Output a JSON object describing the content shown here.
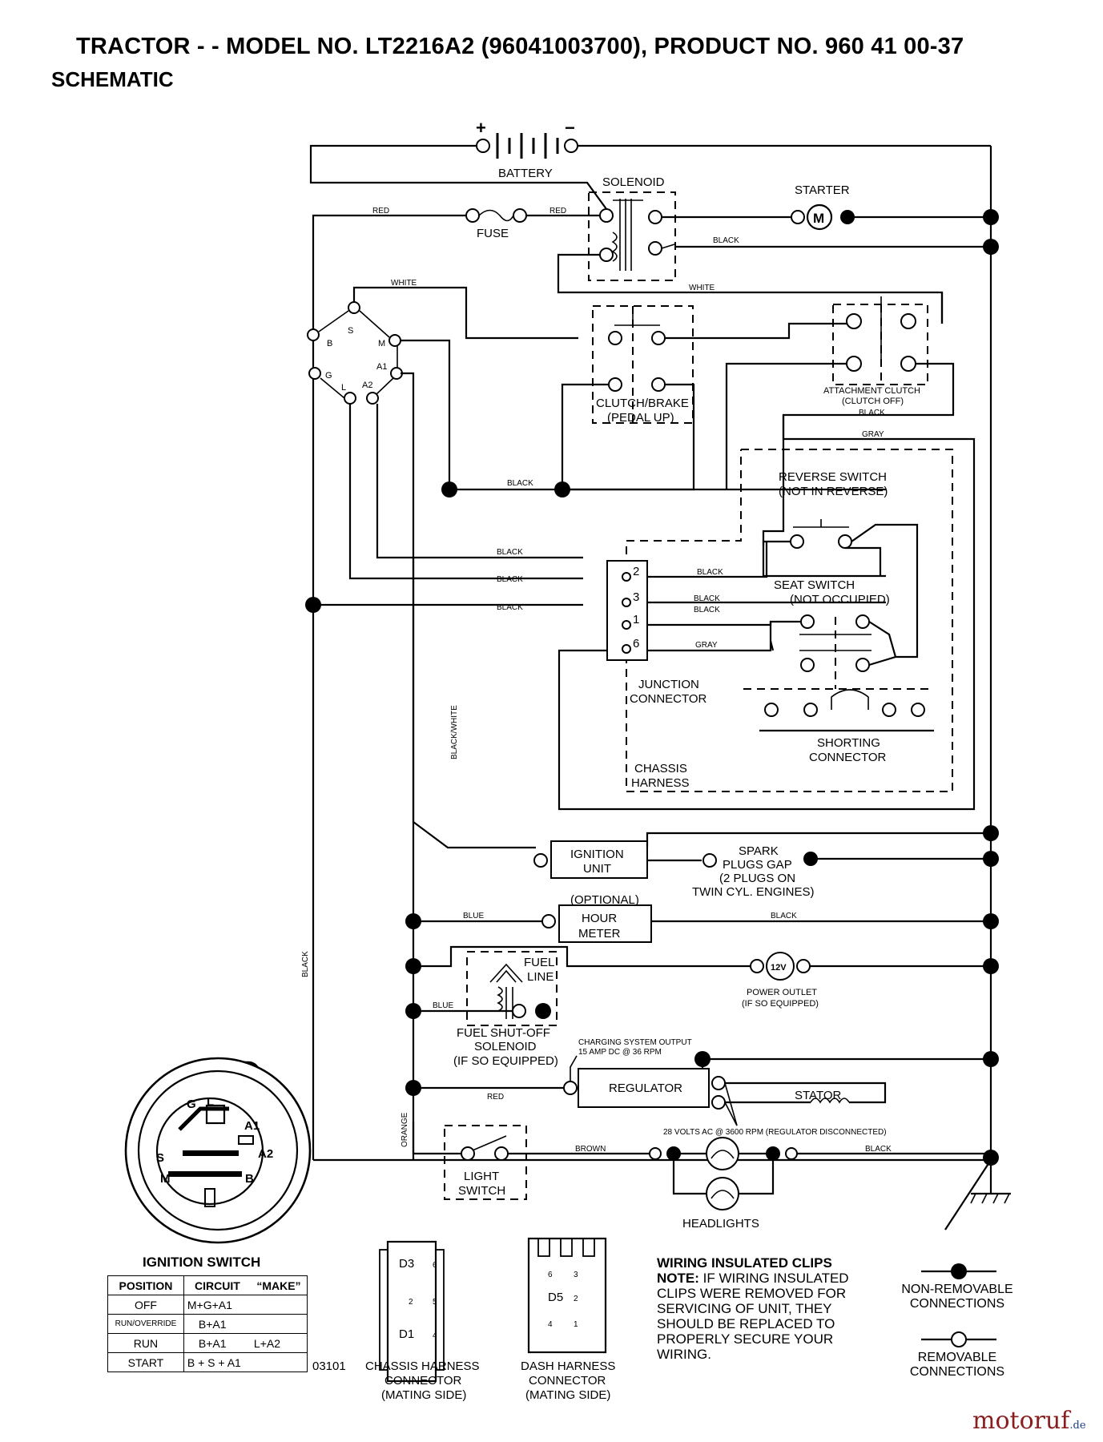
{
  "header": {
    "title": "TRACTOR - - MODEL NO. LT2216A2 (96041003700), PRODUCT NO. 960 41 00-37",
    "subtitle": "SCHEMATIC"
  },
  "components": {
    "battery": "BATTERY",
    "battery_pos": "+",
    "battery_neg": "−",
    "solenoid": "SOLENOID",
    "starter": "STARTER",
    "starter_symbol": "M",
    "fuse": "FUSE",
    "clutch_brake_1": "CLUTCH/BRAKE",
    "clutch_brake_2": "(PEDAL UP)",
    "attachment_clutch_1": "ATTACHMENT CLUTCH",
    "attachment_clutch_2": "(CLUTCH OFF)",
    "reverse_switch_1": "REVERSE SWITCH",
    "reverse_switch_2": "(NOT IN REVERSE)",
    "seat_switch_1": "SEAT SWITCH",
    "seat_switch_2": "(NOT OCCUPIED)",
    "junction_1": "JUNCTION",
    "junction_2": "CONNECTOR",
    "shorting_1": "SHORTING",
    "shorting_2": "CONNECTOR",
    "chassis_1": "CHASSIS",
    "chassis_2": "HARNESS",
    "ignition_unit_1": "IGNITION",
    "ignition_unit_2": "UNIT",
    "spark_1": "SPARK",
    "spark_2": "PLUGS GAP",
    "spark_3": "(2 PLUGS ON",
    "spark_4": "TWIN CYL. ENGINES)",
    "optional": "(OPTIONAL)",
    "hour_1": "HOUR",
    "hour_2": "METER",
    "fuel_1": "FUEL",
    "fuel_2": "LINE",
    "power_outlet_1": "POWER OUTLET",
    "power_outlet_2": "(IF SO EQUIPPED)",
    "power_outlet_symbol": "12V",
    "fuel_shutoff_1": "FUEL SHUT-OFF",
    "fuel_shutoff_2": "SOLENOID",
    "fuel_shutoff_3": "(IF SO EQUIPPED)",
    "charging_1": "CHARGING SYSTEM OUTPUT",
    "charging_2": "15 AMP DC @ 36 RPM",
    "regulator": "REGULATOR",
    "stator": "STATOR",
    "stator_note": "28 VOLTS AC @ 3600 RPM (REGULATOR DISCONNECTED)",
    "light_switch_1": "LIGHT",
    "light_switch_2": "SWITCH",
    "headlights": "HEADLIGHTS"
  },
  "ignition_terminals": {
    "s": "S",
    "b": "B",
    "m": "M",
    "g": "G",
    "a1": "A1",
    "l": "L",
    "a2": "A2"
  },
  "junction_pins": [
    "2",
    "3",
    "1",
    "6"
  ],
  "wire_labels": {
    "red": "RED",
    "white": "WHITE",
    "black": "BLACK",
    "gray": "GRAY",
    "blue": "BLUE",
    "brown": "BROWN",
    "orange": "ORANGE",
    "black_white": "BLACK/WHITE"
  },
  "ignition_switch": {
    "title": "IGNITION SWITCH",
    "face_labels": {
      "g": "G",
      "l": "L",
      "a1": "A1",
      "s": "S",
      "a2": "A2",
      "m": "M",
      "b": "B"
    },
    "headers": [
      "POSITION",
      "CIRCUIT",
      "“MAKE”"
    ],
    "rows": [
      {
        "position": "OFF",
        "circuit": "M+G+A1",
        "extra": ""
      },
      {
        "position": "RUN/OVERRIDE",
        "circuit": "B+A1",
        "extra": ""
      },
      {
        "position": "RUN",
        "circuit": "B+A1",
        "extra": "L+A2"
      },
      {
        "position": "START",
        "circuit": "B + S + A1",
        "extra": ""
      }
    ]
  },
  "code": "03101",
  "connectors": {
    "chassis_1": "CHASSIS HARNESS",
    "chassis_2": "CONNECTOR",
    "chassis_3": "(MATING SIDE)",
    "chassis_pins": [
      "D3",
      "6",
      "2",
      "5",
      "D1",
      "4"
    ],
    "dash_1": "DASH HARNESS",
    "dash_2": "CONNECTOR",
    "dash_3": "(MATING SIDE)",
    "dash_pins": [
      "6",
      "3",
      "D5",
      "2",
      "4",
      "1"
    ]
  },
  "notes": {
    "heading": "WIRING INSULATED CLIPS",
    "prefix": "NOTE:",
    "body": " IF WIRING INSULATED CLIPS WERE REMOVED FOR SERVICING OF UNIT, THEY SHOULD BE REPLACED TO PROPERLY SECURE YOUR WIRING."
  },
  "legend": {
    "non_removable_1": "NON-REMOVABLE",
    "non_removable_2": "CONNECTIONS",
    "removable_1": "REMOVABLE",
    "removable_2": "CONNECTIONS"
  },
  "watermark": {
    "name": "motoruf",
    "tld": ".de"
  }
}
